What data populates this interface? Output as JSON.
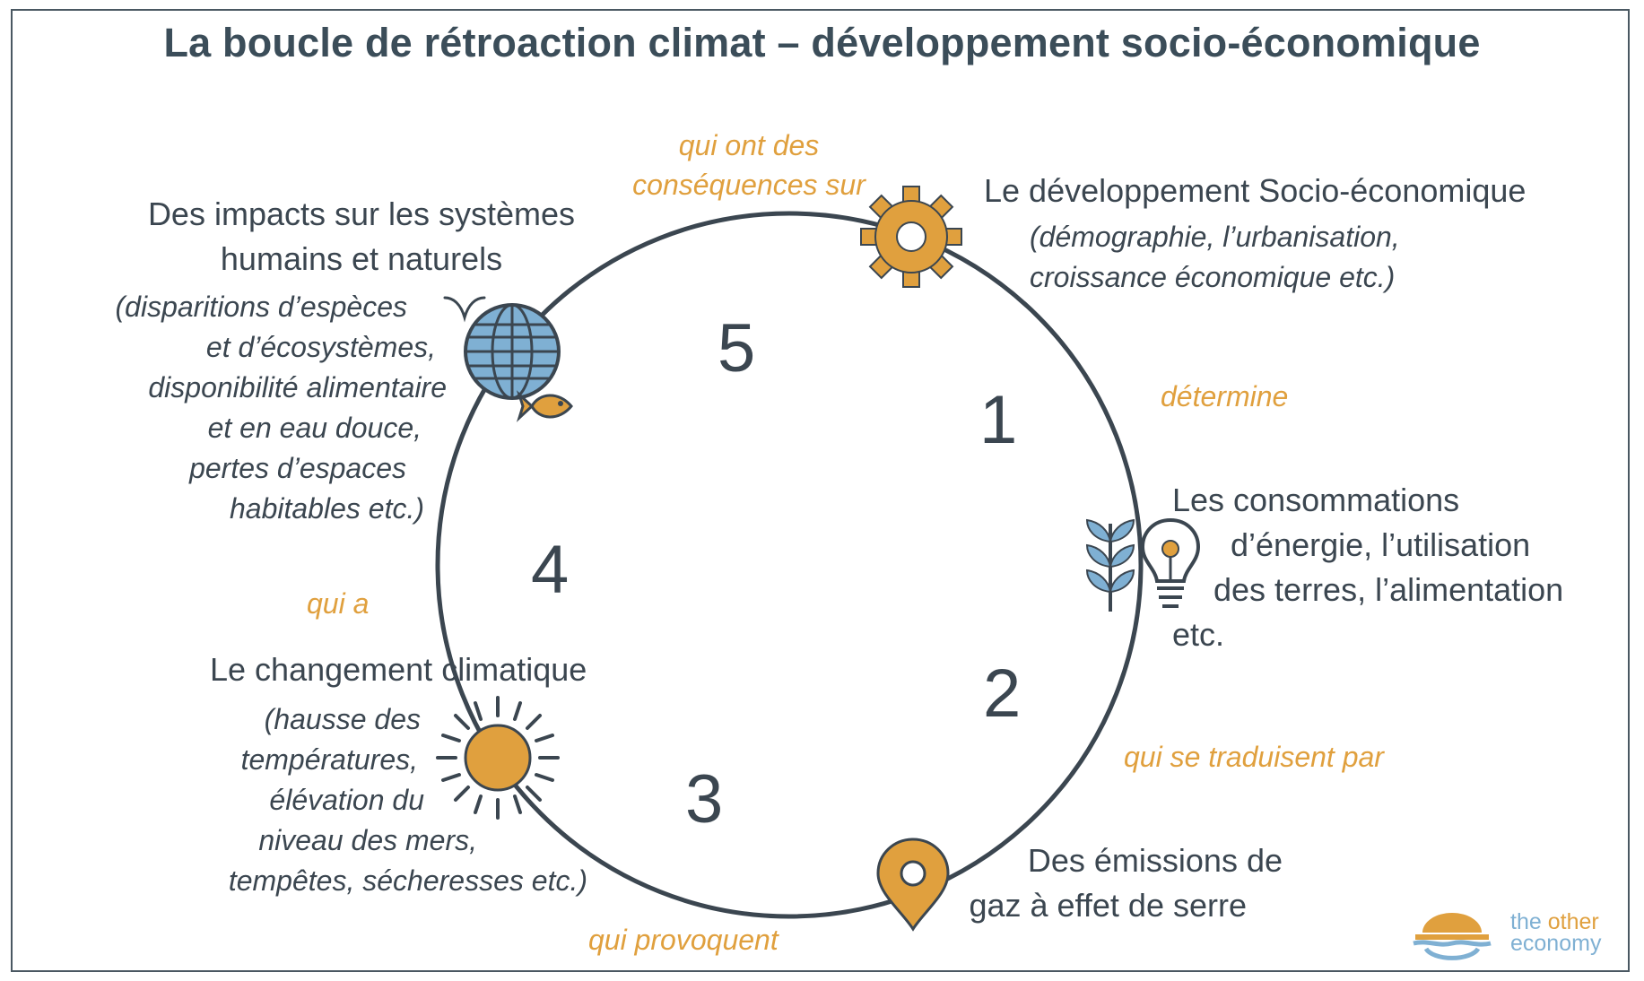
{
  "title": "La boucle de rétroaction climat – développement socio-économique",
  "steps": [
    {
      "number": "1",
      "connector": "détermine"
    },
    {
      "number": "2",
      "connector": "qui se traduisent par"
    },
    {
      "number": "3",
      "connector": "qui provoquent"
    },
    {
      "number": "4",
      "connector": "qui a"
    },
    {
      "number": "5",
      "connector_lines": [
        "qui ont des",
        "conséquences sur"
      ]
    }
  ],
  "nodes": {
    "socio": {
      "title": "Le développement Socio-économique",
      "details": [
        "(démographie, l’urbanisation,",
        "croissance économique etc.)"
      ],
      "icon": "gear-icon"
    },
    "energy": {
      "lines": [
        "Les consommations",
        "d’énergie, l’utilisation",
        "des terres, l’alimentation",
        "etc."
      ],
      "icons": [
        "plant-icon",
        "lightbulb-icon"
      ]
    },
    "emissions": {
      "lines": [
        "Des émissions de",
        "gaz à effet de serre"
      ],
      "icon": "location-pin-icon"
    },
    "climate": {
      "title": "Le changement  climatique",
      "details": [
        "(hausse des",
        "températures,",
        "élévation du",
        "niveau des mers,",
        "tempêtes, sécheresses etc.)"
      ],
      "icon": "sun-icon"
    },
    "impacts": {
      "title_lines": [
        "Des impacts sur les systèmes",
        "humains et naturels"
      ],
      "details": [
        "(disparitions d’espèces",
        "et d’écosystèmes,",
        "disponibilité alimentaire",
        "et en eau douce,",
        "pertes d’espaces",
        "habitables etc.)"
      ],
      "icons": [
        "globe-icon",
        "bird-icon",
        "fish-icon"
      ]
    }
  },
  "logo": {
    "word1": "the",
    "word2": "other",
    "word3": "economy"
  },
  "colors": {
    "accent": "#e0a03e",
    "text": "#3b4650",
    "circle": "#3b4650",
    "globe": "#7fb0d3",
    "logo_blue": "#7fb0d3"
  }
}
